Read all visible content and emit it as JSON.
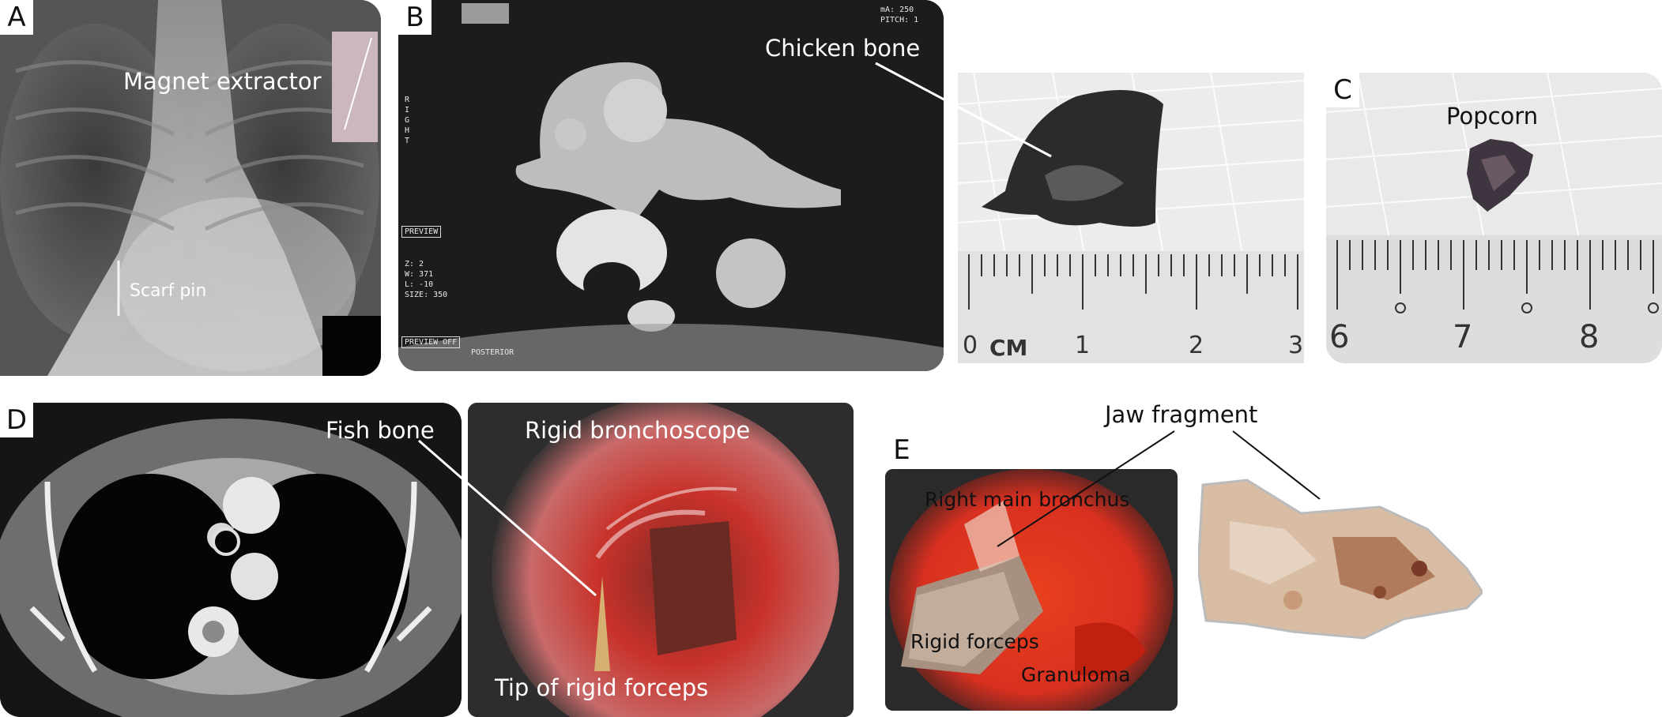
{
  "panels": {
    "A": {
      "letter": "A",
      "labels": {
        "magnet": "Magnet extractor",
        "pin": "Scarf pin"
      }
    },
    "B": {
      "letter": "B",
      "labels": {
        "bone": "Chicken bone"
      },
      "ct_text": {
        "top_right": "mA: 250\nPITCH: 1",
        "side": "R\nI\nG\nH\nT",
        "preview": "PREVIEW",
        "params": "Z: 2\nW: 371\nL: -10\nSIZE: 350",
        "preview_off": "PREVIEW OFF",
        "posterior": "POSTERIOR"
      },
      "ruler": [
        "0",
        "CM",
        "1",
        "2",
        "3"
      ]
    },
    "C": {
      "letter": "C",
      "labels": {
        "popcorn": "Popcorn"
      },
      "ruler": [
        "6",
        "7",
        "8"
      ]
    },
    "D": {
      "letter": "D",
      "labels": {
        "fish": "Fish bone",
        "scope": "Rigid bronchoscope",
        "tip": "Tip of rigid forceps"
      }
    },
    "E": {
      "letter": "E",
      "labels": {
        "jaw": "Jaw fragment",
        "bronchus": "Right main bronchus",
        "forceps": "Rigid forceps",
        "granuloma": "Granuloma"
      }
    }
  },
  "colors": {
    "ct_background": "#1c1c1c",
    "airway_red": "#c8322a",
    "label_white": "#ffffff",
    "label_black": "#111111"
  }
}
